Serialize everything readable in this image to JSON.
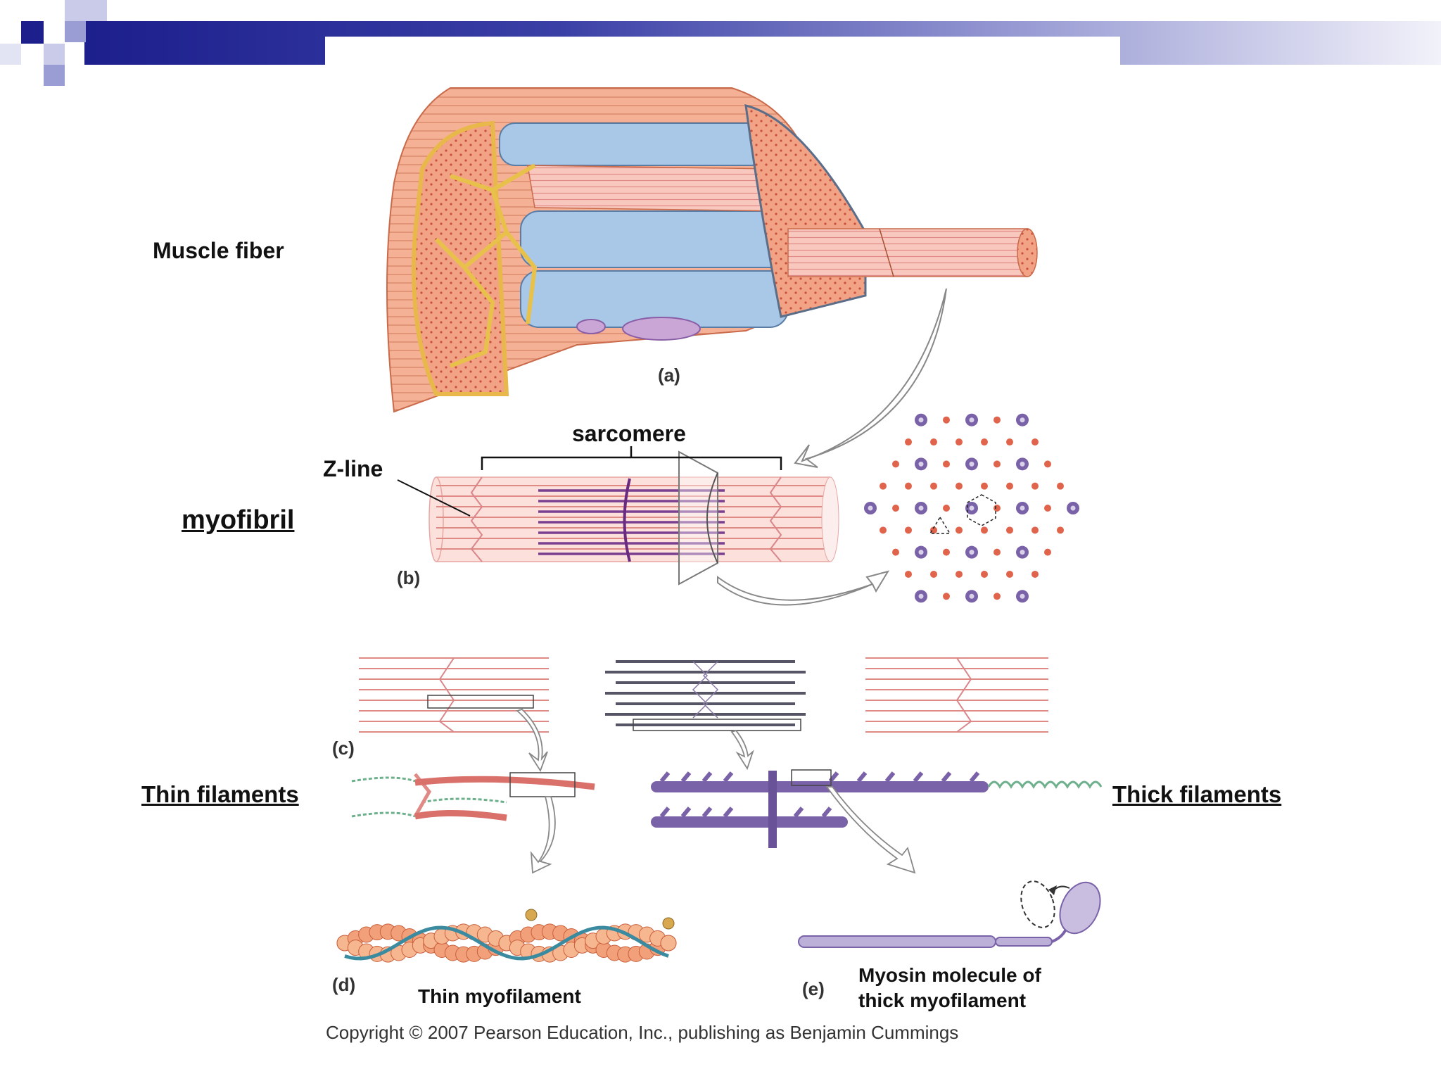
{
  "labels": {
    "muscle_fiber": "Muscle fiber",
    "myofibril": "myofibril",
    "z_line": "Z-line",
    "sarcomere": "sarcomere",
    "thin_filaments": "Thin filaments",
    "thick_filaments": "Thick filaments",
    "thin_myofilament": "Thin myofilament",
    "myosin_line1": "Myosin molecule of",
    "myosin_line2": "thick myofilament"
  },
  "panels": {
    "a": "(a)",
    "b": "(b)",
    "c": "(c)",
    "d": "(d)",
    "e": "(e)"
  },
  "copyright": "Copyright © 2007 Pearson Education, Inc., publishing as Benjamin Cummings",
  "colors": {
    "header_dark": "#1c1f8c",
    "header_light": "#c9cbe8",
    "fiber": "#f2a385",
    "fiber_dark": "#e07f60",
    "sarcoplasmic": "#a9c7e6",
    "reticulum": "#f2d36a",
    "actin": "#e07a72",
    "myosin": "#7a62a8",
    "coil": "#6db08c"
  }
}
